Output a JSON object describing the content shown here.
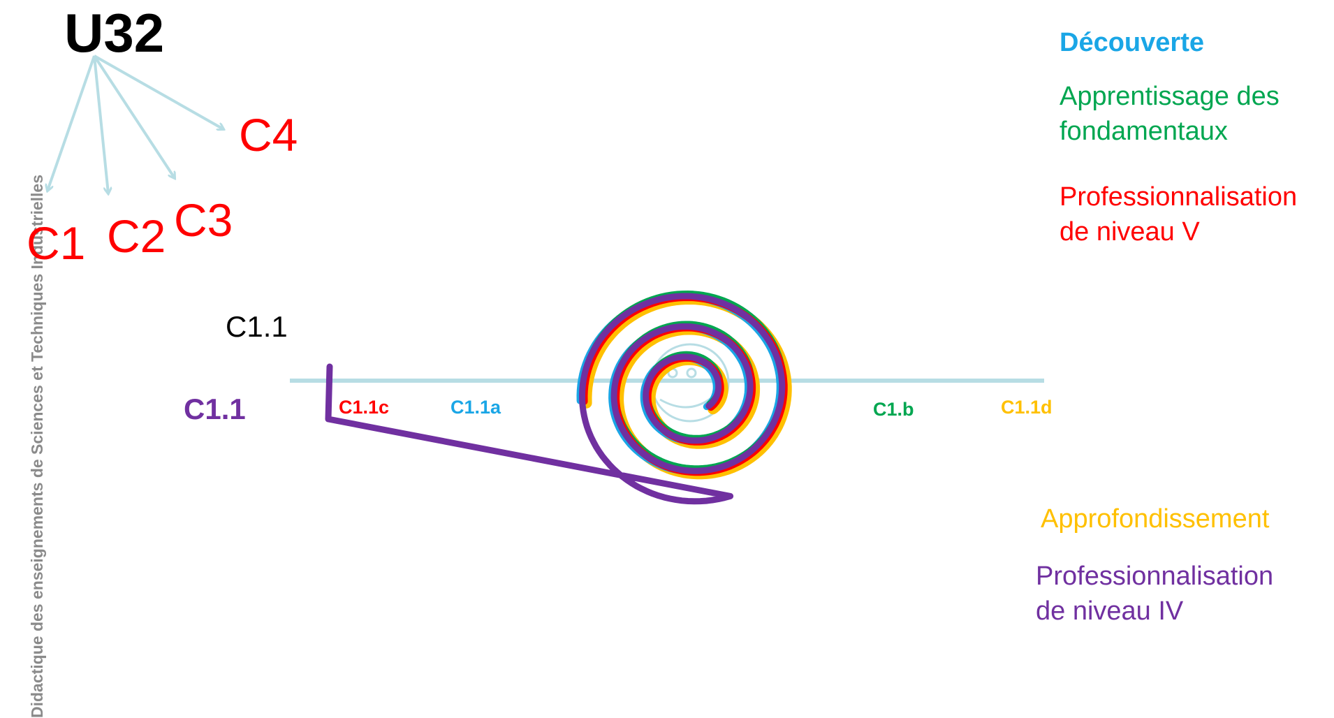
{
  "side_caption": "Didactique des enseignements de Sciences et Techniques Industrielles",
  "title": "U32",
  "competences": [
    "C1",
    "C2",
    "C3",
    "C4"
  ],
  "spiral_title": "C1.1",
  "spiral_label": "C1.1",
  "axis_labels": {
    "c11c": "C1.1c",
    "c11a": "C1.1a",
    "c1b": "C1.b",
    "c11d": "C1.1d"
  },
  "legend": {
    "decouverte": "Découverte",
    "apprentissage": "Apprentissage des\nfondamentaux",
    "prof_v": "Professionnalisation\nde niveau V",
    "approfondissement": "Approfondissement",
    "prof_iv": "Professionnalisation\nde niveau IV"
  },
  "colors": {
    "decouverte": "#1aa6e6",
    "apprentissage": "#00a650",
    "prof_v": "#ff0000",
    "approfondissement": "#ffc000",
    "prof_iv": "#7030a0",
    "arrow": "#b7dde4",
    "axis": "#b7dde4"
  },
  "icons": [
    "arrow-icon",
    "smiley-icon"
  ]
}
